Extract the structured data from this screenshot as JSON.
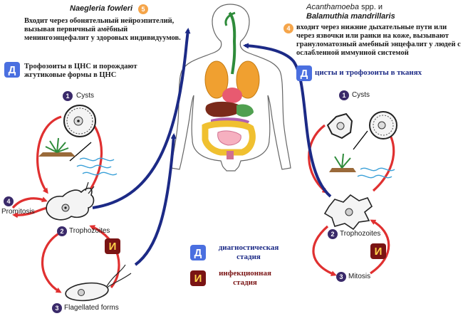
{
  "colors": {
    "diagnostic_badge": "#4a6fe0",
    "infective_badge": "#7a1414",
    "infective_letter": "#ffd24a",
    "step_badge": "#3a2a6a",
    "arrow_blue": "#1c2a86",
    "arrow_red": "#e03030",
    "route_circle": "#f5a54a",
    "diagnostic_text": "#1c2a86",
    "infective_text": "#7a1414"
  },
  "left": {
    "organism": "Naegleria fowleri",
    "route_number": "5",
    "route_text": "Входит через обонятельный нейроэпителий, вызывая первичный амёбный менингоэнцефалит у здоровых индивидуумов.",
    "diag_letter": "Д",
    "diag_text": "Трофозоиты в ЦНС и порождают жгутиковые формы в ЦНС",
    "cycle": {
      "cysts": {
        "num": "1",
        "label": "Cysts"
      },
      "promitosis": {
        "num": "4",
        "label": "Promitosis"
      },
      "trophozoites": {
        "num": "2",
        "label": "Trophozoites"
      },
      "flagellated": {
        "num": "3",
        "label": "Flagellated forms"
      }
    },
    "infect_letter": "И"
  },
  "right": {
    "organism_1": "Acanthamoeba",
    "organism_1_suffix": "spp. и",
    "organism_2": "Balamuthia mandrillaris",
    "route_number": "4",
    "route_text": "входит через нижние дыхательные пути или через язвочки или ранки на коже, вызывают грануломатозный амебный энцефалит у людей с ослабленной иммунной системой",
    "diag_letter": "Д",
    "diag_text": "цисты и трофозоиты в тканях",
    "cycle": {
      "cysts": {
        "num": "1",
        "label": "Cysts"
      },
      "trophozoites": {
        "num": "2",
        "label": "Trophozoites"
      },
      "mitosis": {
        "num": "3",
        "label": "Mitosis"
      }
    },
    "infect_letter": "И"
  },
  "legend": {
    "diag_letter": "Д",
    "diag_text": "диагностическая стадия",
    "infect_letter": "И",
    "infect_text": "инфекционная стадия"
  }
}
